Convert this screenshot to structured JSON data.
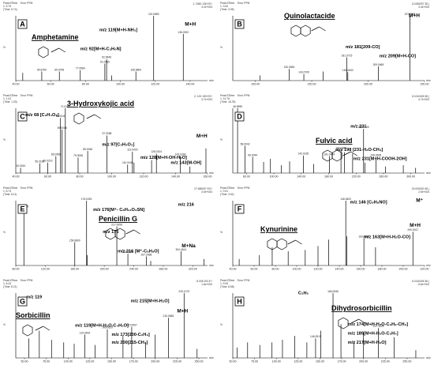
{
  "chart_data": [
    {
      "type": "bar",
      "panel": "A",
      "compound": "Amphetamine",
      "header": [
        "Peak ID",
        "Time",
        "Error PPM",
        "1: 5.75",
        "(Time: 5.74)"
      ],
      "ref": [
        "1: 2060 136 ES+",
        "3.2e+003"
      ],
      "xlim": [
        40,
        150
      ],
      "xticks": [
        "40.00",
        "60.00",
        "80.00",
        "100.00",
        "120.00",
        "140.00"
      ],
      "ylabel": "%",
      "peaks": [
        {
          "x": 44.0,
          "y": 12,
          "label": ""
        },
        {
          "x": 54.9,
          "y": 14,
          "label": "54.8760"
        },
        {
          "x": 65.0,
          "y": 14,
          "label": "65.0756"
        },
        {
          "x": 77.0,
          "y": 16,
          "label": "77.0584"
        },
        {
          "x": 91.1,
          "y": 26,
          "label": "91.0585"
        },
        {
          "x": 92.1,
          "y": 33,
          "label": "92.0646"
        },
        {
          "x": 95.0,
          "y": 8,
          "label": ""
        },
        {
          "x": 108.9,
          "y": 14,
          "label": "108.9804"
        },
        {
          "x": 119.09,
          "y": 100,
          "label": "119.0859"
        },
        {
          "x": 136.09,
          "y": 72,
          "label": "136.0922"
        }
      ],
      "annotations": [
        {
          "text": "m/z 119[M+H-NH₃]",
          "x": 88,
          "y": 76
        },
        {
          "text": "M+H",
          "x": 137,
          "y": 85
        },
        {
          "text": "m/z 92[M+H-C₂H₆N]",
          "x": 77,
          "y": 47
        }
      ]
    },
    {
      "type": "bar",
      "panel": "B",
      "compound": "Quinolactacide",
      "header": [
        "Peak ID",
        "Time",
        "Error PPM",
        "1: 3.94",
        "(Time: 3.95)"
      ],
      "ref": [
        "13.085257 38 (",
        "3.4e+003"
      ],
      "xlim": [
        80,
        250
      ],
      "xticks": [
        "100.00",
        "150.00",
        "200.00",
        "250.00"
      ],
      "ylabel": "%",
      "peaks": [
        {
          "x": 104,
          "y": 8,
          "label": ""
        },
        {
          "x": 130,
          "y": 18,
          "label": "130.0654"
        },
        {
          "x": 143,
          "y": 10,
          "label": "143.0705"
        },
        {
          "x": 160,
          "y": 14,
          "label": ""
        },
        {
          "x": 181.07,
          "y": 36,
          "label": "181.0715"
        },
        {
          "x": 182,
          "y": 13,
          "label": "182.0632"
        },
        {
          "x": 209.06,
          "y": 22,
          "label": "209.0669"
        },
        {
          "x": 237.07,
          "y": 100,
          "label": "237.0748"
        }
      ],
      "annotations": [
        {
          "text": "m/z 181[209-CO]",
          "x": 180,
          "y": 50
        },
        {
          "text": "m/z 209[M+H-CO]",
          "x": 210,
          "y": 36
        },
        {
          "text": "M+H",
          "x": 236,
          "y": 98
        }
      ]
    },
    {
      "type": "bar",
      "panel": "C",
      "compound": "3-Hydroxykojic acid",
      "header": [
        "Peak ID",
        "Time",
        "Error PPM",
        "1: 1.02",
        "(Time: 1.03)"
      ],
      "ref": [
        "2: 100 159 ES+",
        "3.7e+003"
      ],
      "xlim": [
        40,
        160
      ],
      "xticks": [
        "40.00",
        "60.00",
        "80.00",
        "100.00",
        "120.00",
        "140.00",
        "160.00"
      ],
      "ylabel": "%",
      "peaks": [
        {
          "x": 43,
          "y": 8,
          "label": "43.0154"
        },
        {
          "x": 55,
          "y": 15,
          "label": "55.0190"
        },
        {
          "x": 60,
          "y": 16,
          "label": "60.0219"
        },
        {
          "x": 65.1,
          "y": 26,
          "label": "65.0458"
        },
        {
          "x": 68.0,
          "y": 85,
          "label": "68.0041"
        },
        {
          "x": 69.0,
          "y": 67,
          "label": "69.0046"
        },
        {
          "x": 71.01,
          "y": 100,
          "label": "71.0103"
        },
        {
          "x": 79.0,
          "y": 24,
          "label": "79.0058"
        },
        {
          "x": 85.0,
          "y": 34,
          "label": "85.0046"
        },
        {
          "x": 97.0,
          "y": 58,
          "label": "97.0058"
        },
        {
          "x": 110.0,
          "y": 13,
          "label": "110.0046"
        },
        {
          "x": 113.0,
          "y": 33,
          "label": "113.0000"
        },
        {
          "x": 114.0,
          "y": 16,
          "label": ""
        },
        {
          "x": 125.0,
          "y": 20,
          "label": ""
        },
        {
          "x": 128.0,
          "y": 30,
          "label": "128.0104"
        },
        {
          "x": 143.0,
          "y": 26,
          "label": "143.0246"
        },
        {
          "x": 149.0,
          "y": 10,
          "label": ""
        },
        {
          "x": 159.0,
          "y": 38,
          "label": ""
        }
      ],
      "annotations": [
        {
          "text": "m/z 68 [C₃H₄O₂]",
          "x": 46,
          "y": 88
        },
        {
          "text": "m/z 97[C₅H₅O₃]",
          "x": 94,
          "y": 42
        },
        {
          "text": "m/z 128[M+H-OH-H₂O]",
          "x": 118,
          "y": 22
        },
        {
          "text": "m/z 143[M-OH]",
          "x": 137,
          "y": 14
        },
        {
          "text": "M+H",
          "x": 153,
          "y": 55
        }
      ]
    },
    {
      "type": "bar",
      "panel": "D",
      "compound": "Fulvic acid",
      "header": [
        "Peak ID",
        "Time",
        "Error PPM",
        "1: 14.76",
        "(Time: 16.78)"
      ],
      "ref": [
        "10.040405 38 (",
        "4.7e+003"
      ],
      "xlim": [
        40,
        320
      ],
      "xticks": [
        "60.00",
        "100.00",
        "140.00",
        "180.00",
        "220.00",
        "260.00",
        "300.00"
      ],
      "ylabel": "%",
      "peaks": [
        {
          "x": 47,
          "y": 100,
          "label": "46.9995"
        },
        {
          "x": 58,
          "y": 42,
          "label": "58.0042"
        },
        {
          "x": 69,
          "y": 25,
          "label": "69.0044"
        },
        {
          "x": 85,
          "y": 17,
          "label": ""
        },
        {
          "x": 95,
          "y": 22,
          "label": ""
        },
        {
          "x": 111,
          "y": 12,
          "label": ""
        },
        {
          "x": 123,
          "y": 18,
          "label": ""
        },
        {
          "x": 143,
          "y": 27,
          "label": "143.0226"
        },
        {
          "x": 158,
          "y": 14,
          "label": ""
        },
        {
          "x": 181,
          "y": 26,
          "label": "181.0474"
        },
        {
          "x": 198,
          "y": 36,
          "label": "197.0389"
        },
        {
          "x": 203,
          "y": 32,
          "label": ""
        },
        {
          "x": 215,
          "y": 30,
          "label": ""
        },
        {
          "x": 231,
          "y": 68,
          "label": "231.0409"
        },
        {
          "x": 233,
          "y": 16,
          "label": ""
        },
        {
          "x": 249,
          "y": 25,
          "label": "249.0609"
        },
        {
          "x": 263,
          "y": 10,
          "label": ""
        },
        {
          "x": 289,
          "y": 12,
          "label": ""
        },
        {
          "x": 307,
          "y": 8,
          "label": ""
        }
      ],
      "annotations": [
        {
          "text": "m/z 231",
          "x": 212,
          "y": 70
        },
        {
          "text": "m/z 198 [231-H₂O-CH₃]",
          "x": 190,
          "y": 34
        },
        {
          "text": "m/z 231[M+H-COOH-2OH]",
          "x": 216,
          "y": 20
        }
      ]
    },
    {
      "type": "bar",
      "panel": "E",
      "compound": "Penicillin G",
      "header": [
        "Peak ID",
        "Time",
        "Error PPM",
        "1: 8.73",
        "(Time: 8.11)"
      ],
      "ref": [
        "27.680097 ES+",
        "3.5e+003"
      ],
      "xlim": [
        80,
        340
      ],
      "xticks": [
        "80.00",
        "120.00",
        "160.00",
        "200.00",
        "240.00",
        "280.00",
        "320.00"
      ],
      "ylabel": "%",
      "peaks": [
        {
          "x": 91.0,
          "y": 88,
          "label": "90.9469"
        },
        {
          "x": 160.0,
          "y": 36,
          "label": "159.9800"
        },
        {
          "x": 176.0,
          "y": 100,
          "label": "176.0491"
        },
        {
          "x": 177.0,
          "y": 16,
          "label": ""
        },
        {
          "x": 217.0,
          "y": 60,
          "label": "217.0059"
        },
        {
          "x": 232.0,
          "y": 18,
          "label": "232.2068"
        },
        {
          "x": 257.0,
          "y": 14,
          "label": "257.2488"
        },
        {
          "x": 263.0,
          "y": 7,
          "label": ""
        },
        {
          "x": 304.0,
          "y": 22,
          "label": "304.4614"
        },
        {
          "x": 335.0,
          "y": 10,
          "label": ""
        }
      ],
      "annotations": [
        {
          "text": "m/z 216",
          "x": 300,
          "y": 92
        },
        {
          "text": "m/z 176[M⁺- C₈H₁₁O₃SN]",
          "x": 185,
          "y": 84
        },
        {
          "text": "m/z 176",
          "x": 198,
          "y": 50
        },
        {
          "text": "m/z 216 [M⁺-C₈H₉O]",
          "x": 218,
          "y": 20
        },
        {
          "text": "M+Na",
          "x": 305,
          "y": 28
        }
      ]
    },
    {
      "type": "bar",
      "panel": "F",
      "compound": "Kynurinine",
      "header": [
        "Peak ID",
        "Time",
        "Error PPM",
        "1: 3.91",
        "(Time: 3.61)"
      ],
      "ref": [
        "20.000000 38 (",
        "2.5e+003"
      ],
      "xlim": [
        40,
        220
      ],
      "xticks": [
        "40.00",
        "60.00",
        "80.00",
        "100.00",
        "120.00",
        "140.00",
        "160.00",
        "180.00",
        "200.00",
        "220.00"
      ],
      "ylabel": "%",
      "peaks": [
        {
          "x": 46,
          "y": 10,
          "label": ""
        },
        {
          "x": 65,
          "y": 16,
          "label": ""
        },
        {
          "x": 77.0,
          "y": 28,
          "label": ""
        },
        {
          "x": 92.0,
          "y": 22,
          "label": ""
        },
        {
          "x": 108.0,
          "y": 24,
          "label": ""
        },
        {
          "x": 120.0,
          "y": 30,
          "label": ""
        },
        {
          "x": 130,
          "y": 40,
          "label": ""
        },
        {
          "x": 146.06,
          "y": 100,
          "label": "146.0622"
        },
        {
          "x": 147.0,
          "y": 45,
          "label": ""
        },
        {
          "x": 163.08,
          "y": 42,
          "label": "163.0866"
        },
        {
          "x": 174.0,
          "y": 28,
          "label": ""
        },
        {
          "x": 209.09,
          "y": 52,
          "label": "209.0917"
        }
      ],
      "annotations": [
        {
          "text": "m/z 146 [C₉H₈NO]",
          "x": 150,
          "y": 96
        },
        {
          "text": "M⁺",
          "x": 212,
          "y": 98
        },
        {
          "text": "m/z 163[M+H-H₂O-CO]",
          "x": 163,
          "y": 42
        },
        {
          "text": "M+H",
          "x": 206,
          "y": 60
        }
      ]
    },
    {
      "type": "bar",
      "panel": "G",
      "compound": "Sorbicillin",
      "header": [
        "Peak ID",
        "Time",
        "Error PPM",
        "1: 8.43",
        "(Time: 8.21)"
      ],
      "ref": [
        "8.006 203 E+",
        "1.6e+003"
      ],
      "xlim": [
        40,
        260
      ],
      "xticks": [
        "50.00",
        "75.00",
        "100.00",
        "125.00",
        "150.00",
        "175.00",
        "200.00",
        "225.00",
        "250.00"
      ],
      "ylabel": "%",
      "peaks": [
        {
          "x": 55,
          "y": 30,
          "label": ""
        },
        {
          "x": 67,
          "y": 42,
          "label": ""
        },
        {
          "x": 81,
          "y": 28,
          "label": ""
        },
        {
          "x": 95,
          "y": 24,
          "label": ""
        },
        {
          "x": 107,
          "y": 22,
          "label": ""
        },
        {
          "x": 119.1,
          "y": 36,
          "label": "119.0494"
        },
        {
          "x": 131,
          "y": 20,
          "label": ""
        },
        {
          "x": 145,
          "y": 44,
          "label": "145.0519"
        },
        {
          "x": 163,
          "y": 34,
          "label": ""
        },
        {
          "x": 173.0,
          "y": 48,
          "label": "173.0507"
        },
        {
          "x": 189,
          "y": 24,
          "label": ""
        },
        {
          "x": 200.0,
          "y": 36,
          "label": ""
        },
        {
          "x": 215.1,
          "y": 62,
          "label": "215.0883"
        },
        {
          "x": 233.1,
          "y": 100,
          "label": "233.1073"
        },
        {
          "x": 248,
          "y": 14,
          "label": ""
        }
      ],
      "annotations": [
        {
          "text": "m/z 215[M+H-H₂O]",
          "x": 172,
          "y": 86
        },
        {
          "text": "M+H",
          "x": 225,
          "y": 70
        },
        {
          "text": "m/z 119",
          "x": 52,
          "y": 92
        },
        {
          "text": "m/z 119[M+H-H₂O-C₄H₂O]",
          "x": 108,
          "y": 48
        },
        {
          "text": "m/z 173[200-C₂H₃]",
          "x": 150,
          "y": 34
        },
        {
          "text": "m/z 200[215-CH₃]",
          "x": 150,
          "y": 22
        }
      ]
    },
    {
      "type": "bar",
      "panel": "H",
      "compound": "Dihydrosorbicillin",
      "header": [
        "Peak ID",
        "Time",
        "Error PPM",
        "1: 9.09",
        "(Time: 8.58)"
      ],
      "ref": [
        "10.040405 38 (",
        "8.6e+003"
      ],
      "xlim": [
        50,
        270
      ],
      "xticks": [
        "50.00",
        "75.00",
        "100.00",
        "125.00",
        "150.00",
        "175.00",
        "200.00",
        "225.00",
        "250.00"
      ],
      "ylabel": "%",
      "peaks": [
        {
          "x": 55,
          "y": 16,
          "label": ""
        },
        {
          "x": 67,
          "y": 24,
          "label": ""
        },
        {
          "x": 81,
          "y": 20,
          "label": ""
        },
        {
          "x": 95,
          "y": 24,
          "label": ""
        },
        {
          "x": 107,
          "y": 28,
          "label": ""
        },
        {
          "x": 121,
          "y": 34,
          "label": ""
        },
        {
          "x": 135,
          "y": 24,
          "label": ""
        },
        {
          "x": 145.0,
          "y": 30,
          "label": "145.0519"
        },
        {
          "x": 151.0,
          "y": 42,
          "label": ""
        },
        {
          "x": 165.0,
          "y": 100,
          "label": "165.0535"
        },
        {
          "x": 174.1,
          "y": 52,
          "label": ""
        },
        {
          "x": 189,
          "y": 26,
          "label": ""
        },
        {
          "x": 200.0,
          "y": 38,
          "label": ""
        },
        {
          "x": 217.1,
          "y": 46,
          "label": "217.1229"
        },
        {
          "x": 235.1,
          "y": 32,
          "label": ""
        },
        {
          "x": 260,
          "y": 12,
          "label": ""
        }
      ],
      "annotations": [
        {
          "text": "C₃H₅",
          "x": 125,
          "y": 98
        },
        {
          "text": "m/z 174[M+H-H₂O-C₃H₂-CH₃]",
          "x": 182,
          "y": 50
        },
        {
          "text": "m/z 189[M+H-H₂O-C₃H₄]",
          "x": 182,
          "y": 36
        },
        {
          "text": "m/z 217[M+H-H₂O]",
          "x": 182,
          "y": 22
        }
      ]
    }
  ]
}
